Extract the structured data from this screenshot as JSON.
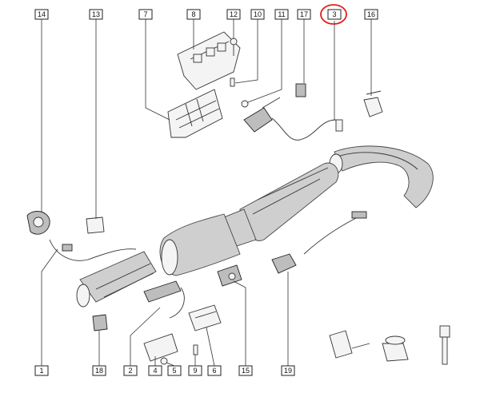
{
  "diagram": {
    "highlight_color": "#e02020",
    "highlighted_callout": "3",
    "callouts_top": [
      "14",
      "13",
      "7",
      "8",
      "12",
      "10",
      "11",
      "17",
      "3",
      "16"
    ],
    "callouts_bottom": [
      "1",
      "18",
      "2",
      "4",
      "5",
      "9",
      "6",
      "15",
      "19"
    ]
  }
}
